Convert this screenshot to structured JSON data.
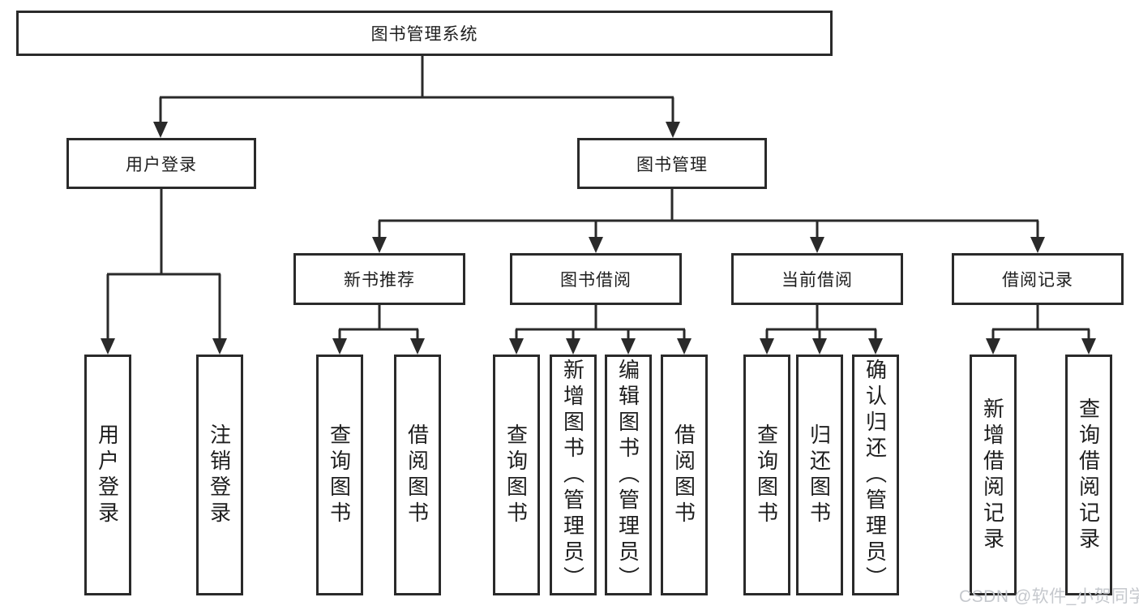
{
  "diagram": {
    "root": "图书管理系统",
    "level2": [
      {
        "label": "用户登录"
      },
      {
        "label": "图书管理"
      }
    ],
    "login_children": [
      "用户登录",
      "注销登录"
    ],
    "groups": [
      {
        "label": "新书推荐",
        "children": [
          "查询图书",
          "借阅图书"
        ]
      },
      {
        "label": "图书借阅",
        "children": [
          "查询图书",
          "新增图书（管理员）",
          "编辑图书（管理员）",
          "借阅图书"
        ]
      },
      {
        "label": "当前借阅",
        "children": [
          "查询图书",
          "归还图书",
          "确认归还（管理员）"
        ]
      },
      {
        "label": "借阅记录",
        "children": [
          "新增借阅记录",
          "查询借阅记录"
        ]
      }
    ]
  },
  "style_tokens": {
    "line_color": "#2a2a2a",
    "box_background": "#ffffff",
    "text_color": "#1e1e1e"
  },
  "watermark": {
    "text": "CSDN @软件_小贺同学",
    "color": "#c5c8cd"
  }
}
